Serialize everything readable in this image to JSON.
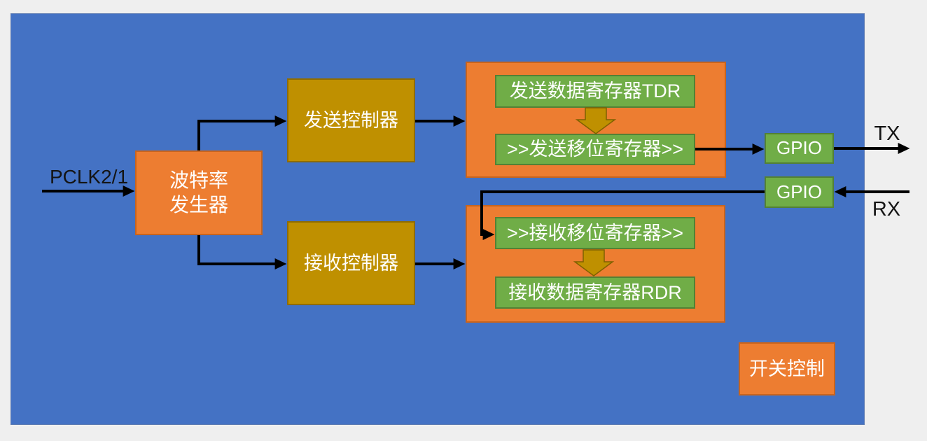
{
  "diagram": {
    "title_hint": "UART peripheral block diagram",
    "colors": {
      "page_background": "#EFEFEF",
      "panel_blue": "#4472C4",
      "block_orange": "#ED7D31",
      "block_olive": "#BF9000",
      "block_green": "#70AD47",
      "flow_arrow_gold": "#BF9000",
      "connector_black": "#000000",
      "block_text": "#FFFFFF",
      "signal_text": "#141414"
    },
    "signals": {
      "pclk": "PCLK2/1",
      "tx": "TX",
      "rx": "RX"
    },
    "blocks": {
      "baud_generator": {
        "line1": "波特率",
        "line2": "发生器"
      },
      "tx_controller": {
        "label": "发送控制器"
      },
      "rx_controller": {
        "label": "接收控制器"
      },
      "tdr_register": {
        "label": "发送数据寄存器TDR"
      },
      "tx_shift_register": {
        "label": ">>发送移位寄存器>>"
      },
      "rx_shift_register": {
        "label": ">>接收移位寄存器>>"
      },
      "rdr_register": {
        "label": "接收数据寄存器RDR"
      },
      "gpio_tx": {
        "label": "GPIO"
      },
      "gpio_rx": {
        "label": "GPIO"
      },
      "switch_control": {
        "label": "开关控制"
      }
    }
  }
}
